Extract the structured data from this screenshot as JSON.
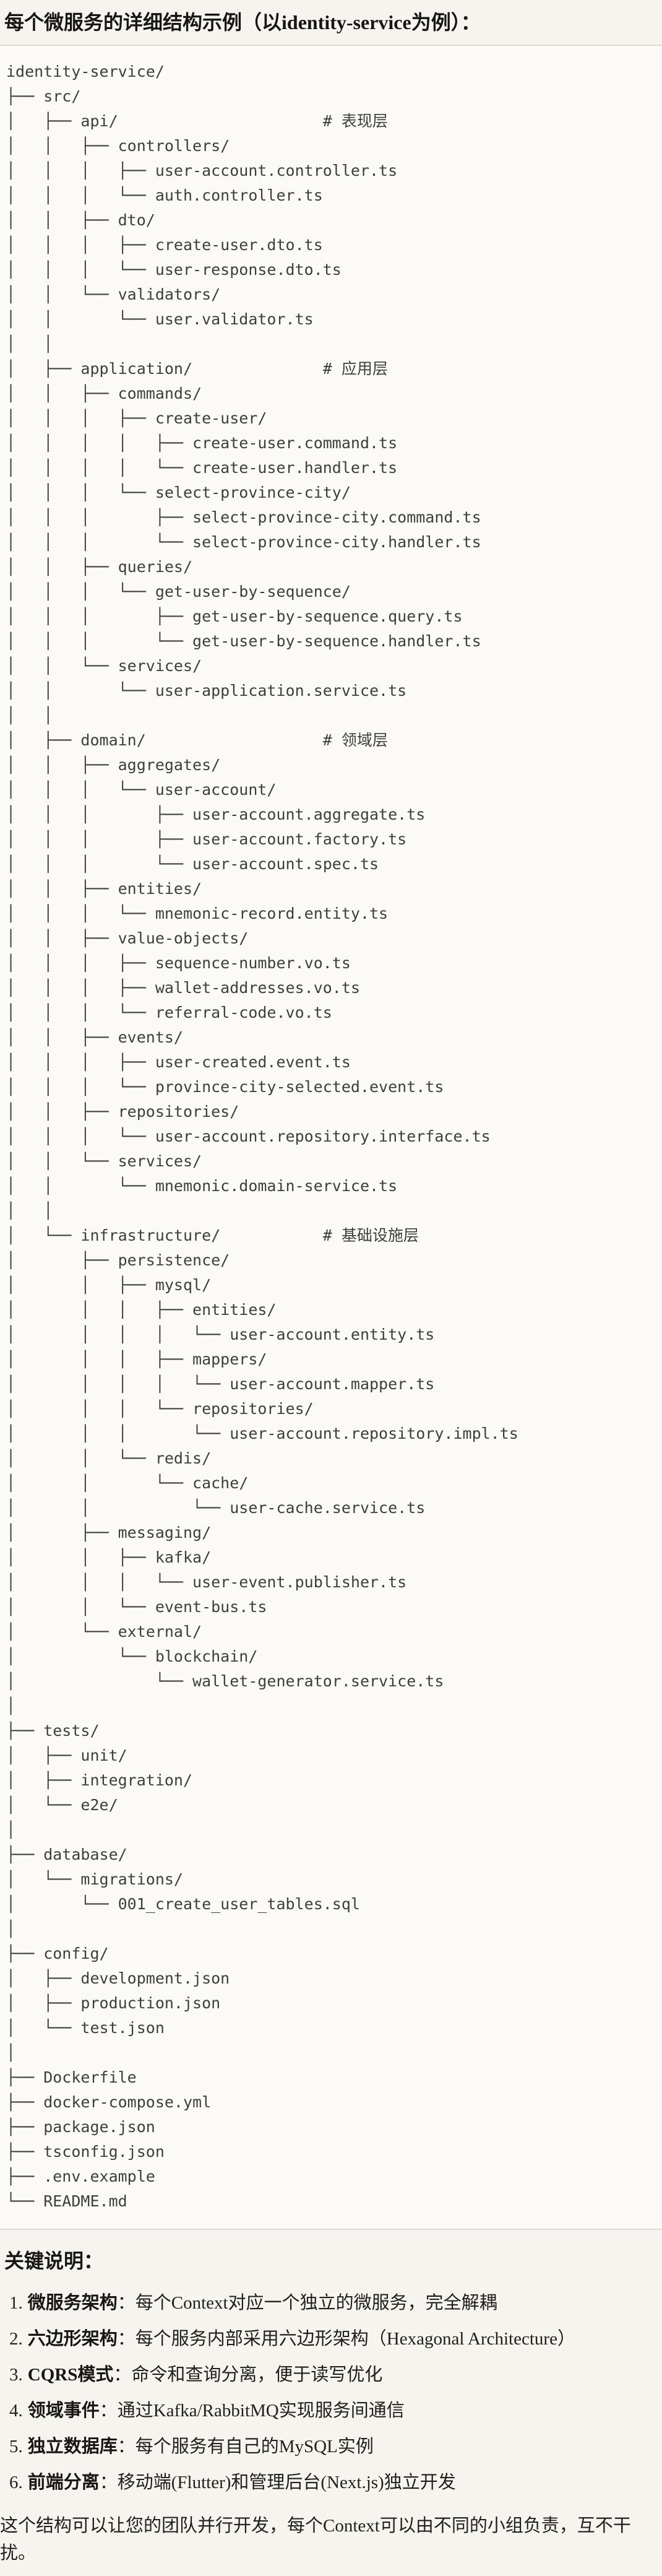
{
  "title": "每个微服务的详细结构示例（以identity-service为例）：",
  "tree": {
    "lines": [
      "identity-service/",
      "├── src/",
      "│   ├── api/                      # 表现层",
      "│   │   ├── controllers/",
      "│   │   │   ├── user-account.controller.ts",
      "│   │   │   └── auth.controller.ts",
      "│   │   ├── dto/",
      "│   │   │   ├── create-user.dto.ts",
      "│   │   │   └── user-response.dto.ts",
      "│   │   └── validators/",
      "│   │       └── user.validator.ts",
      "│   │",
      "│   ├── application/              # 应用层",
      "│   │   ├── commands/",
      "│   │   │   ├── create-user/",
      "│   │   │   │   ├── create-user.command.ts",
      "│   │   │   │   └── create-user.handler.ts",
      "│   │   │   └── select-province-city/",
      "│   │   │       ├── select-province-city.command.ts",
      "│   │   │       └── select-province-city.handler.ts",
      "│   │   ├── queries/",
      "│   │   │   └── get-user-by-sequence/",
      "│   │   │       ├── get-user-by-sequence.query.ts",
      "│   │   │       └── get-user-by-sequence.handler.ts",
      "│   │   └── services/",
      "│   │       └── user-application.service.ts",
      "│   │",
      "│   ├── domain/                   # 领域层",
      "│   │   ├── aggregates/",
      "│   │   │   └── user-account/",
      "│   │   │       ├── user-account.aggregate.ts",
      "│   │   │       ├── user-account.factory.ts",
      "│   │   │       └── user-account.spec.ts",
      "│   │   ├── entities/",
      "│   │   │   └── mnemonic-record.entity.ts",
      "│   │   ├── value-objects/",
      "│   │   │   ├── sequence-number.vo.ts",
      "│   │   │   ├── wallet-addresses.vo.ts",
      "│   │   │   └── referral-code.vo.ts",
      "│   │   ├── events/",
      "│   │   │   ├── user-created.event.ts",
      "│   │   │   └── province-city-selected.event.ts",
      "│   │   ├── repositories/",
      "│   │   │   └── user-account.repository.interface.ts",
      "│   │   └── services/",
      "│   │       └── mnemonic.domain-service.ts",
      "│   │",
      "│   └── infrastructure/           # 基础设施层",
      "│       ├── persistence/",
      "│       │   ├── mysql/",
      "│       │   │   ├── entities/",
      "│       │   │   │   └── user-account.entity.ts",
      "│       │   │   ├── mappers/",
      "│       │   │   │   └── user-account.mapper.ts",
      "│       │   │   └── repositories/",
      "│       │   │       └── user-account.repository.impl.ts",
      "│       │   └── redis/",
      "│       │       └── cache/",
      "│       │           └── user-cache.service.ts",
      "│       ├── messaging/",
      "│       │   ├── kafka/",
      "│       │   │   └── user-event.publisher.ts",
      "│       │   └── event-bus.ts",
      "│       └── external/",
      "│           └── blockchain/",
      "│               └── wallet-generator.service.ts",
      "│",
      "├── tests/",
      "│   ├── unit/",
      "│   ├── integration/",
      "│   └── e2e/",
      "│",
      "├── database/",
      "│   └── migrations/",
      "│       └── 001_create_user_tables.sql",
      "│",
      "├── config/",
      "│   ├── development.json",
      "│   ├── production.json",
      "│   └── test.json",
      "│",
      "├── Dockerfile",
      "├── docker-compose.yml",
      "├── package.json",
      "├── tsconfig.json",
      "├── .env.example",
      "└── README.md"
    ]
  },
  "notes": {
    "heading": "关键说明：",
    "items": [
      {
        "num": "1.",
        "label": "微服务架构",
        "text": "：每个Context对应一个独立的微服务，完全解耦"
      },
      {
        "num": "2.",
        "label": "六边形架构",
        "text": "：每个服务内部采用六边形架构（Hexagonal Architecture）"
      },
      {
        "num": "3.",
        "label": "CQRS模式",
        "text": "：命令和查询分离，便于读写优化"
      },
      {
        "num": "4.",
        "label": "领域事件",
        "text": "：通过Kafka/RabbitMQ实现服务间通信"
      },
      {
        "num": "5.",
        "label": "独立数据库",
        "text": "：每个服务有自己的MySQL实例"
      },
      {
        "num": "6.",
        "label": "前端分离",
        "text": "：移动端(Flutter)和管理后台(Next.js)独立开发"
      }
    ],
    "footer": "这个结构可以让您的团队并行开发，每个Context可以由不同的小组负责，互不干扰。"
  }
}
